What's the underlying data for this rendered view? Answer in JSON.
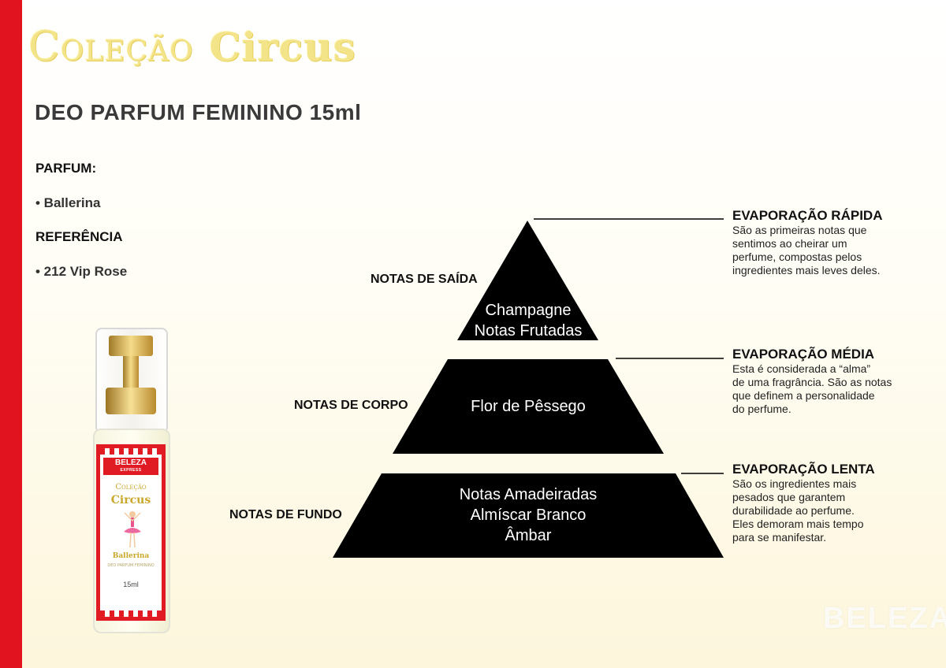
{
  "header": {
    "title_part1": "Coleção",
    "title_part2": "Circus",
    "subtitle": "DEO PARFUM FEMININO 15ml"
  },
  "info": {
    "parfum_label": "PARFUM:",
    "parfum_value": "• Ballerina",
    "referencia_label": "REFERÊNCIA",
    "referencia_value": "• 212 Vip Rose"
  },
  "bottle_label": {
    "brand": "BELEZA",
    "brand_sub": "EXPRESS",
    "line1": "Coleção",
    "line2": "Circus",
    "name": "Ballerina",
    "small_text": "DEO PARFUM FEMININO",
    "volume": "15ml"
  },
  "pyramid": {
    "top": {
      "label": "NOTAS DE SAÍDA",
      "notes": [
        "Champagne",
        "Notas Frutadas"
      ],
      "evap_title": "EVAPORAÇÃO RÁPIDA",
      "evap_desc": [
        "São as primeiras notas que",
        "sentimos ao cheirar um",
        "perfume, compostas pelos",
        "ingredientes mais leves deles."
      ]
    },
    "middle": {
      "label": "NOTAS DE CORPO",
      "notes": [
        "Flor de Pêssego"
      ],
      "evap_title": "EVAPORAÇÃO MÉDIA",
      "evap_desc": [
        "Esta é considerada a “alma”",
        "de uma fragrância. São as notas",
        "que definem a personalidade",
        "do perfume."
      ]
    },
    "bottom": {
      "label": "NOTAS DE FUNDO",
      "notes": [
        "Notas Amadeiradas",
        "Almíscar Branco",
        "Âmbar"
      ],
      "evap_title": "EVAPORAÇÃO LENTA",
      "evap_desc": [
        "São os ingredientes mais",
        "pesados que garantem",
        "durabilidade ao  perfume.",
        "Eles demoram mais tempo",
        "para se manifestar."
      ]
    }
  },
  "watermark": "BELEZA",
  "colors": {
    "accent_red": "#e0131e",
    "title_gold": "#f3e48a",
    "pyramid": "#000000"
  }
}
